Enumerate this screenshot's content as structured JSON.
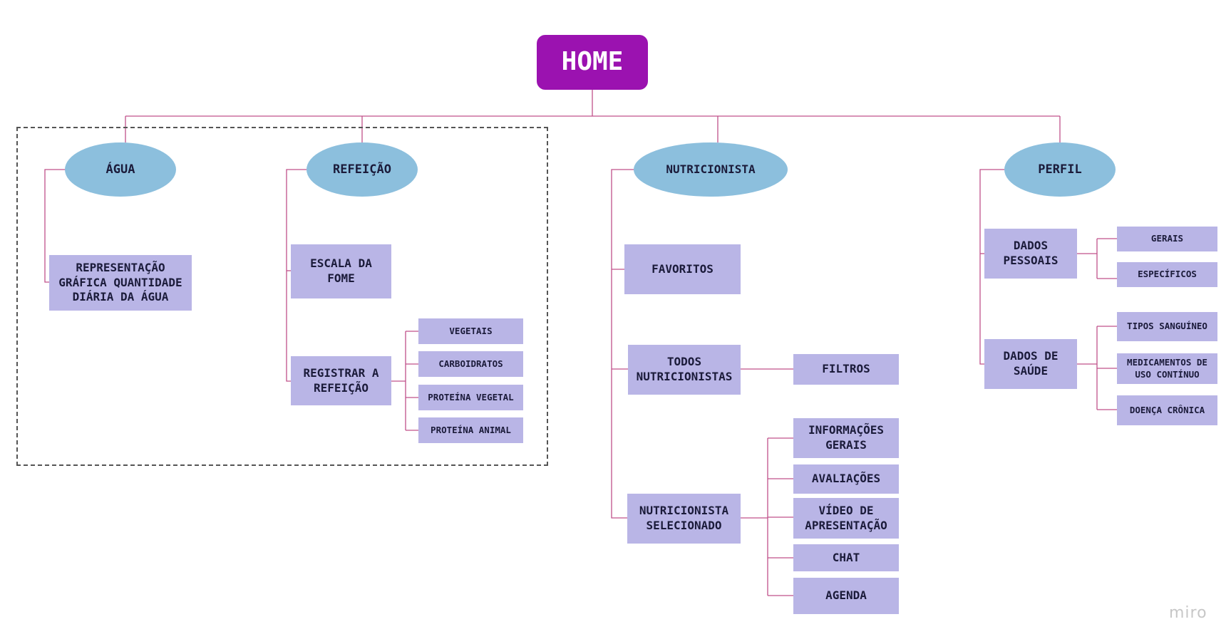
{
  "root": {
    "label": "HOME",
    "color": "#9b12b0"
  },
  "branches": {
    "agua": {
      "label": "ÁGUA",
      "children": [
        "REPRESENTAÇÃO GRÁFICA QUANTIDADE DIÁRIA DA ÁGUA"
      ]
    },
    "refeicao": {
      "label": "REFEIÇÃO",
      "children": [
        {
          "label": "ESCALA DA FOME"
        },
        {
          "label": "REGISTRAR A REFEIÇÃO",
          "children": [
            "VEGETAIS",
            "CARBOIDRATOS",
            "PROTEÍNA VEGETAL",
            "PROTEÍNA ANIMAL"
          ]
        }
      ]
    },
    "nutricionista": {
      "label": "NUTRICIONISTA",
      "children": [
        {
          "label": "FAVORITOS"
        },
        {
          "label": "TODOS NUTRICIONISTAS",
          "children": [
            "FILTROS"
          ]
        },
        {
          "label": "NUTRICIONISTA SELECIONADO",
          "children": [
            "INFORMAÇÕES GERAIS",
            "AVALIAÇÕES",
            "VÍDEO DE APRESENTAÇÃO",
            "CHAT",
            "AGENDA"
          ]
        }
      ]
    },
    "perfil": {
      "label": "PERFIL",
      "children": [
        {
          "label": "DADOS PESSOAIS",
          "children": [
            "GERAIS",
            "ESPECÍFICOS"
          ]
        },
        {
          "label": "DADOS DE SAÚDE",
          "children": [
            "TIPOS SANGUÍNEO",
            "MEDICAMENTOS DE USO CONTÍNUO",
            "DOENÇA CRÔNICA"
          ]
        }
      ]
    }
  },
  "watermark": "miro",
  "colors": {
    "connector": "#c0508a",
    "box": "#b9b5e6",
    "ellipse": "#8cbfdd",
    "text": "#1b1b3a"
  }
}
